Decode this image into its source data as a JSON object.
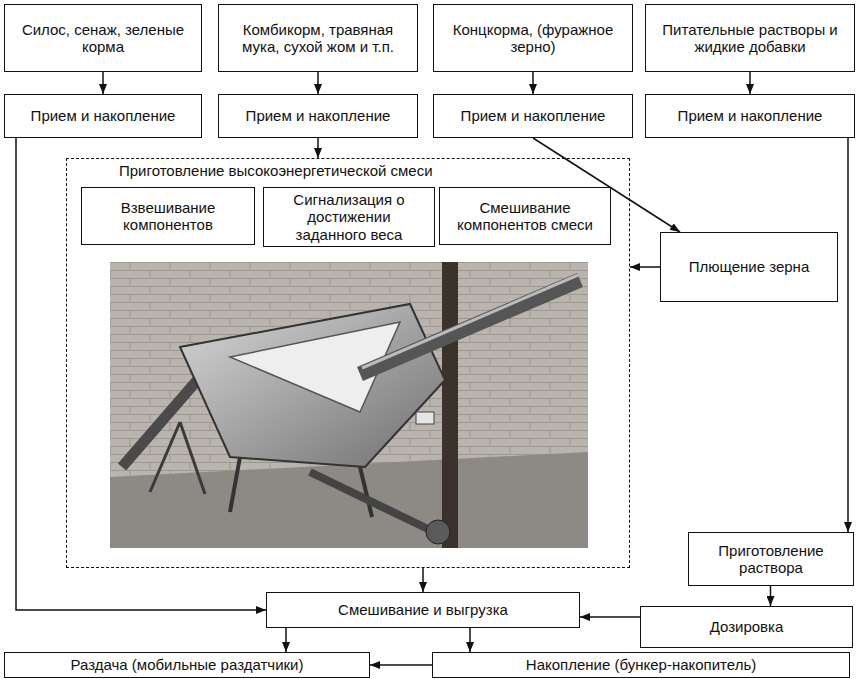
{
  "diagram": {
    "nodes": [
      {
        "text": [
          "Силос, сенаж, зеленые корма"
        ]
      },
      {
        "text": [
          "Комбикорм, травяная мука, сухой жом и т.п."
        ]
      },
      {
        "text": [
          "Концкорма, (фуражное зерно)"
        ]
      },
      {
        "text": [
          "Питательные растворы и жидкие добавки"
        ]
      },
      {
        "text": [
          "Прием и накопление"
        ]
      },
      {
        "text": [
          "Прием и накопление"
        ]
      },
      {
        "text": [
          "Прием и накопление"
        ]
      },
      {
        "text": [
          "Прием и накопление"
        ]
      },
      {
        "text": [
          "Приготовление высокоэнергетической смеси"
        ]
      },
      {
        "text": [
          "Взвешивание компонентов"
        ],
        "in": 8
      },
      {
        "text": [
          "Сигнализация о достижении заданного веса"
        ],
        "in": 8
      },
      {
        "text": [
          "Смешивание компонентов смеси"
        ],
        "in": 8
      },
      {
        "text": [
          "Плющение зерна"
        ]
      },
      {
        "text": [
          "Приготовление раствора"
        ]
      },
      {
        "text": [
          "Смешивание и выгрузка"
        ]
      },
      {
        "text": [
          "Дозировка"
        ]
      },
      {
        "text": [
          "Раздача (мобильные раздатчики)"
        ]
      },
      {
        "text": [
          "Накопление (бункер-накопитель)"
        ]
      }
    ],
    "edges": [
      {
        "from": 0,
        "to": 4,
        "arrow": "to"
      },
      {
        "from": 1,
        "to": 5,
        "arrow": "to"
      },
      {
        "from": 2,
        "to": 6,
        "arrow": "to"
      },
      {
        "from": 3,
        "to": 7,
        "arrow": "to"
      },
      {
        "from": 4,
        "to": 14,
        "arrow": "to"
      },
      {
        "from": 5,
        "to": 8,
        "arrow": "to"
      },
      {
        "from": 6,
        "to": 12,
        "arrow": "to"
      },
      {
        "from": 12,
        "to": 8,
        "arrow": "to"
      },
      {
        "from": 7,
        "to": 13,
        "arrow": "to"
      },
      {
        "from": 8,
        "to": 14,
        "arrow": "to"
      },
      {
        "from": 13,
        "to": 15,
        "arrow": "to"
      },
      {
        "from": 15,
        "to": 14,
        "arrow": "to"
      },
      {
        "from": 14,
        "to": 16,
        "arrow": "to"
      },
      {
        "from": 14,
        "to": 17,
        "arrow": "to"
      },
      {
        "from": 17,
        "to": 16,
        "arrow": "to"
      }
    ]
  }
}
